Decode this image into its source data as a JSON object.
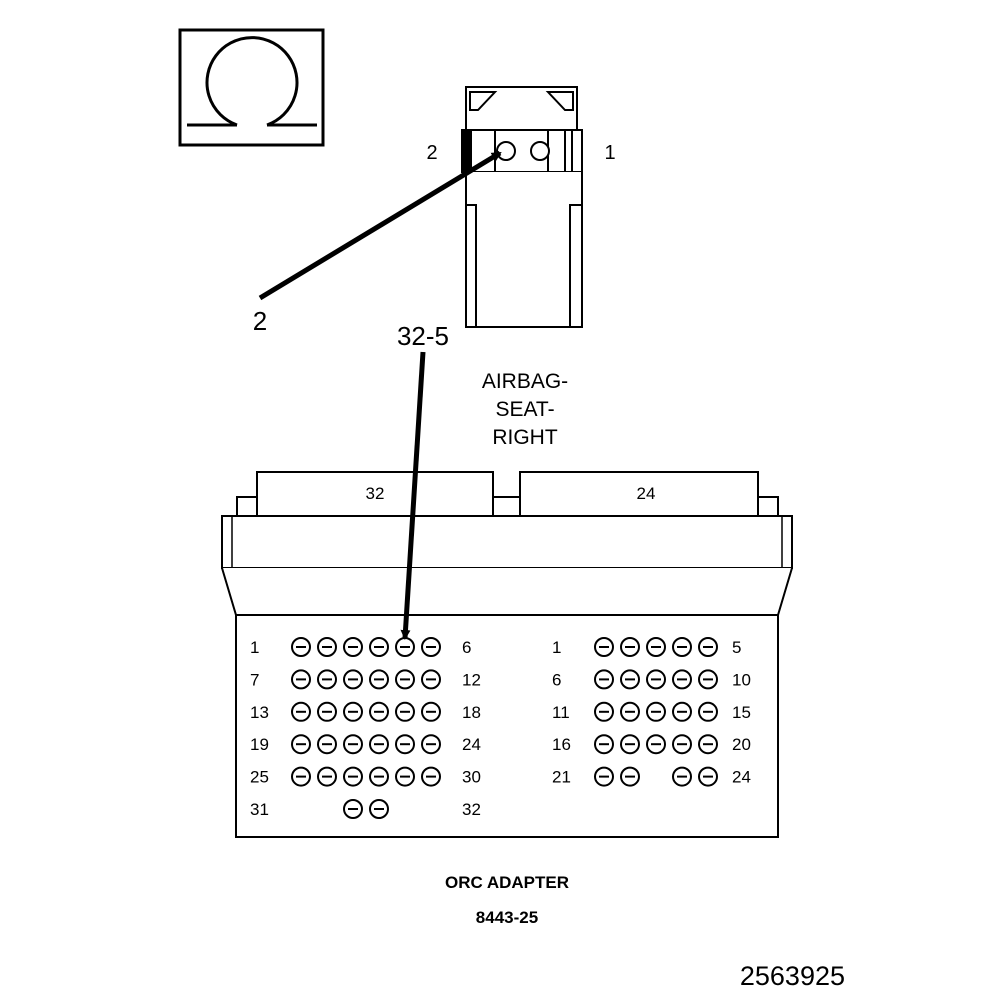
{
  "ohm_symbol": {
    "glyph": "Ω",
    "meaning": "ohmmeter"
  },
  "connector": {
    "pin_left_label": "2",
    "pin_right_label": "1",
    "callout": "2",
    "name_lines": [
      "AIRBAG-",
      "SEAT-",
      "RIGHT"
    ]
  },
  "adapter": {
    "callout": "32-5",
    "left_connector_label": "32",
    "right_connector_label": "24",
    "left_rows": [
      {
        "start": "1",
        "end": "6",
        "pins": 6,
        "gap": false
      },
      {
        "start": "7",
        "end": "12",
        "pins": 6,
        "gap": false
      },
      {
        "start": "13",
        "end": "18",
        "pins": 6,
        "gap": false
      },
      {
        "start": "19",
        "end": "24",
        "pins": 6,
        "gap": false
      },
      {
        "start": "25",
        "end": "30",
        "pins": 6,
        "gap": false
      },
      {
        "start": "31",
        "end": "32",
        "pins": 2,
        "gap": false
      }
    ],
    "right_rows": [
      {
        "start": "1",
        "end": "5",
        "pins": 5,
        "gap": false
      },
      {
        "start": "6",
        "end": "10",
        "pins": 5,
        "gap": false
      },
      {
        "start": "11",
        "end": "15",
        "pins": 5,
        "gap": false
      },
      {
        "start": "16",
        "end": "20",
        "pins": 5,
        "gap": false
      },
      {
        "start": "21",
        "end": "24",
        "pins": 4,
        "gap": true
      }
    ],
    "caption": "ORC ADAPTER",
    "part_number": "8443-25"
  },
  "figure_number": "2563925"
}
